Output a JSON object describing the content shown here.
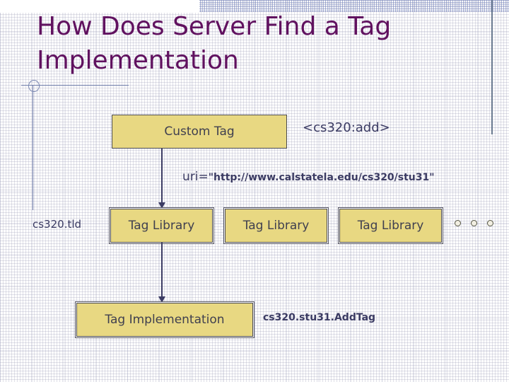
{
  "slide": {
    "title": "How Does Server Find a Tag\nImplementation",
    "title_color": "#60115f",
    "background_color": "#fefefe"
  },
  "diagram": {
    "box_fill_color": "#e8d882",
    "box_border_color": "#4a4a52",
    "text_color": "#3b3b63",
    "boxes": [
      {
        "id": "custom-tag",
        "label": "Custom Tag"
      },
      {
        "id": "tag-library-1",
        "label": "Tag Library"
      },
      {
        "id": "tag-library-2",
        "label": "Tag Library"
      },
      {
        "id": "tag-library-3",
        "label": "Tag Library"
      },
      {
        "id": "tag-implementation",
        "label": "Tag Implementation"
      }
    ],
    "annotations": [
      {
        "id": "custom-tag-markup",
        "text": "<cs320:add>"
      },
      {
        "id": "uri-key",
        "text": "uri="
      },
      {
        "id": "uri-value",
        "text": "\"http://www.calstatela.edu/cs320/stu31\""
      },
      {
        "id": "tld-file",
        "text": "cs320.tld"
      },
      {
        "id": "impl-class",
        "text": "cs320.stu31.AddTag"
      }
    ],
    "ellipsis": [
      "dot",
      "dot",
      "dot"
    ]
  }
}
